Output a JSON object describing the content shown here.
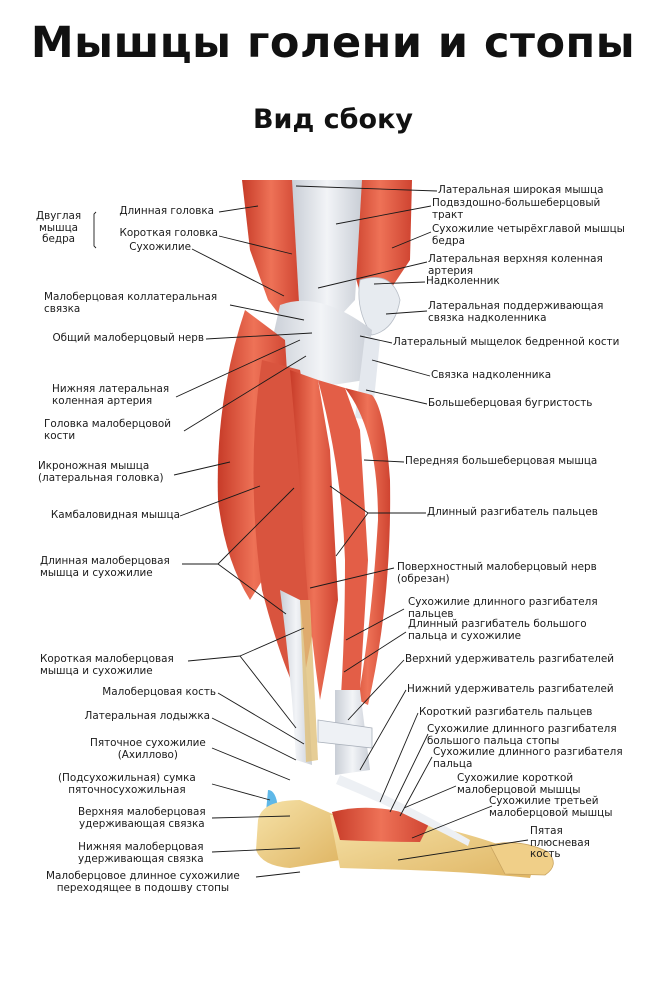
{
  "title": "Мышцы голени и стопы",
  "subtitle": "Вид сбоку",
  "labels": {
    "biceps_group": "Двуглая\nмышца\nбедра",
    "long_head": "Длинная головка",
    "short_head": "Короткая головка",
    "tendon": "Сухожилие",
    "fibular_collateral_ligament": "Малоберцовая коллатеральная\nсвязка",
    "common_fibular_nerve": "Общий малоберцовый нерв",
    "inferior_lateral_genicular_artery": "Нижняя латеральная\nколенная артерия",
    "fibula_head": "Головка малоберцовой\nкости",
    "gastrocnemius_lateral": "Икроножная мышца\n(латеральная головка)",
    "soleus": "Камбаловидная мышца",
    "peroneus_longus": "Длинная малоберцовая\nмышца и сухожилие",
    "peroneus_brevis": "Короткая малоберцовая\nмышца и сухожилие",
    "fibula": "Малоберцовая кость",
    "lateral_malleolus": "Латеральная лодыжка",
    "achilles": "Пяточное сухожилие\n(Ахиллово)",
    "bursa": "(Подсухожильная) сумка\nпяточносухожильная",
    "superior_peroneal_retinaculum": "Верхняя малоберцовая\nудерживающая связка",
    "inferior_peroneal_retinaculum": "Нижняя малоберцовая\nудерживающая связка",
    "peroneus_longus_sole": "Малоберцовое длинное сухожилие\nпереходящее в подошву стопы",
    "vastus_lateralis": "Латеральная широкая мышца",
    "iliotibial_tract": "Подвздошно-большеберцовый\nтракт",
    "quadriceps_tendon": "Сухожилие четырёхглавой мышцы\nбедра",
    "superior_lateral_genicular_artery": "Латеральная верхняя коленная\nартерия",
    "patella": "Надколенник",
    "lateral_patellar_retinaculum": "Латеральная поддерживающая\nсвязка надколенника",
    "lateral_femoral_condyle": "Латеральный мыщелок бедренной кости",
    "patellar_ligament": "Связка надколенника",
    "tibial_tuberosity": "Большеберцовая бугристость",
    "tibialis_anterior": "Передняя большеберцовая мышца",
    "extensor_digitorum_longus": "Длинный разгибатель пальцев",
    "superficial_fibular_nerve": "Поверхностный малоберцовый нерв\n(обрезан)",
    "edl_tendon": "Сухожилие длинного разгибателя\nпальцев",
    "ehl": "Длинный разгибатель большого\nпальца и сухожилие",
    "superior_extensor_retinaculum": "Верхний удерживатель разгибателей",
    "inferior_extensor_retinaculum": "Нижний удерживатель разгибателей",
    "extensor_digitorum_brevis": "Короткий разгибатель пальцев",
    "ehl_tendon": "Сухожилие длинного разгибателя\nбольшого пальца стопы",
    "edl_tendon_2": "Сухожилие длинного разгибателя\nпальца",
    "peroneus_brevis_tendon": "Сухожилие короткой\nмалоберцовой мышцы",
    "peroneus_tertius_tendon": "Сухожилие третьей\nмалоберцовой мышцы",
    "fifth_metatarsal": "Пятая\nплюсневая\nкость"
  },
  "colors": {
    "muscle": "#e8604a",
    "muscle_dark": "#c8412f",
    "tendon": "#dfe4ea",
    "bone": "#f1d48c",
    "bursa": "#5fb8e8"
  }
}
